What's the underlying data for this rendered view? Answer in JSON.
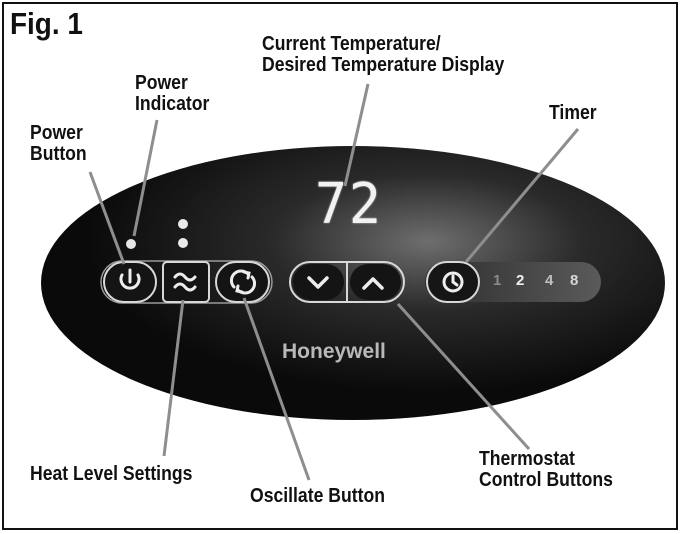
{
  "figure": {
    "title": "Fig. 1"
  },
  "callouts": {
    "power_button": [
      "Power",
      "Button"
    ],
    "power_indicator": [
      "Power",
      "Indicator"
    ],
    "temperature_display": [
      "Current Temperature/",
      "Desired Temperature Display"
    ],
    "timer": "Timer",
    "heat_level_settings": "Heat Level Settings",
    "oscillate_button": "Oscillate Button",
    "thermostat_buttons": [
      "Thermostat",
      "Control Buttons"
    ]
  },
  "panel": {
    "temperature_reading": "72",
    "brand": "Honeywell",
    "timer_hours": [
      "1",
      "2",
      "4",
      "8"
    ],
    "active_timer_hour": "2"
  },
  "colors": {
    "panel_dark": "#0c0c0c",
    "panel_highlight": "#6e6e6e",
    "button_outline": "#d8d8d8",
    "timer_strip": "#3a3a3a"
  },
  "icons": {
    "power": "power-icon",
    "heat": "heat-waves-icon",
    "oscillate": "oscillate-arrows-icon",
    "down": "chevron-down-icon",
    "up": "chevron-up-icon",
    "timer": "clock-icon"
  }
}
